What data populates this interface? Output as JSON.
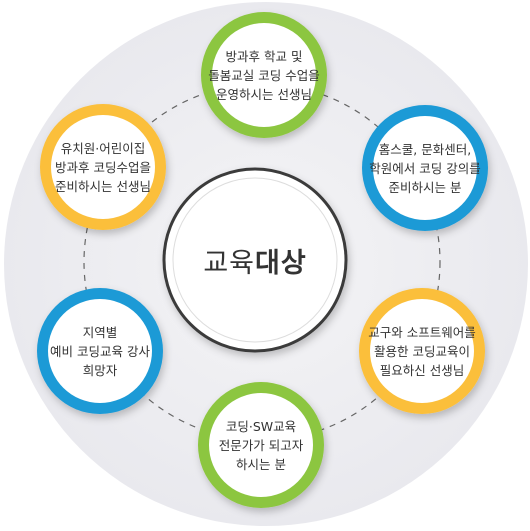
{
  "center": {
    "title_light": "교육",
    "title_bold": "대상"
  },
  "nodes": [
    {
      "text": "방과후 학교 및\n돌봄교실 코딩 수업을\n운영하시는 선생님",
      "color": "#8cc63f"
    },
    {
      "text": "홈스쿨, 문화센터,\n학원에서 코딩 강의를\n준비하시는 분",
      "color": "#1f9ad6"
    },
    {
      "text": "교구와 소프트웨어를\n활용한 코딩교육이\n필요하신 선생님",
      "color": "#fbbf3b"
    },
    {
      "text": "코딩·SW교육\n전문가가 되고자\n하시는 분",
      "color": "#8cc63f"
    },
    {
      "text": "지역별\n예비 코딩교육 강사\n희망자",
      "color": "#1f9ad6"
    },
    {
      "text": "유치원·어린이집\n방과후 코딩수업을\n준비하시는 선생님",
      "color": "#fbbf3b"
    }
  ]
}
